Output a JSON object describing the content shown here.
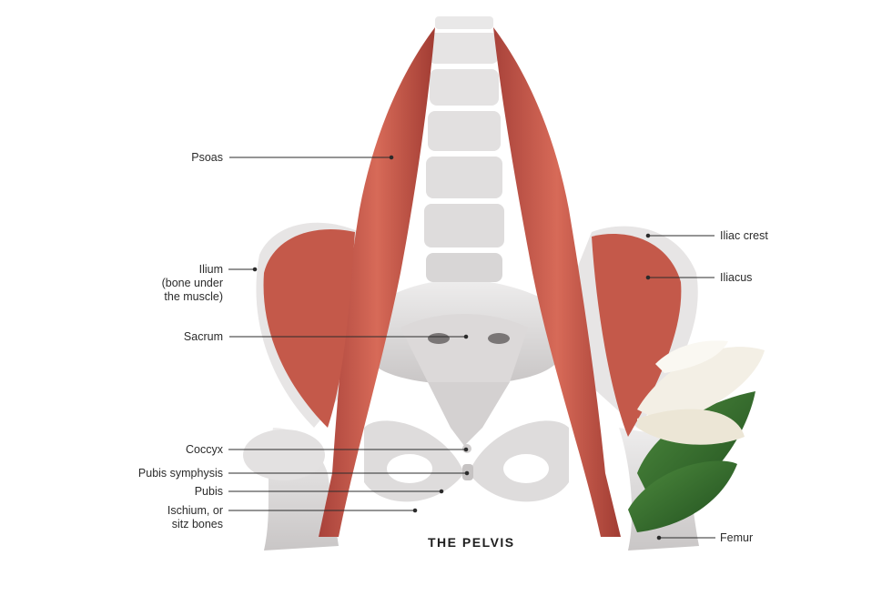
{
  "title": "THE PELVIS",
  "labels": {
    "psoas": "Psoas",
    "ilium": "Ilium\n(bone under\nthe muscle)",
    "sacrum": "Sacrum",
    "coccyx": "Coccyx",
    "pubis_symphysis": "Pubis symphysis",
    "pubis": "Pubis",
    "ischium": "Ischium, or\nsitz bones",
    "iliac_crest": "Iliac crest",
    "iliacus": "Iliacus",
    "femur": "Femur"
  },
  "colors": {
    "muscle": "#c8594a",
    "muscle_dark": "#9f3a30",
    "bone": "#d9d6d6",
    "bone_light": "#ecebeb",
    "leaf": "#2f6b2a",
    "petal": "#f1ede2",
    "leader": "#2b2b2b"
  }
}
